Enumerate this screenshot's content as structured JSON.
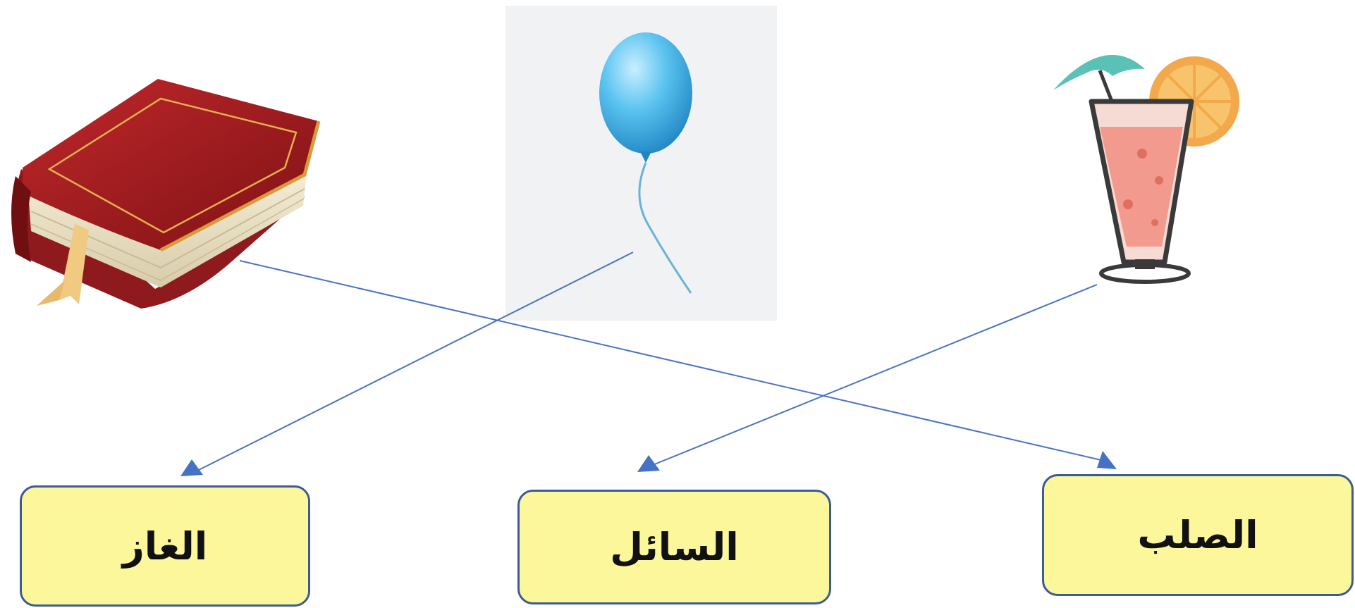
{
  "labels": {
    "gas": "الغاز",
    "liquid": "السائل",
    "solid": "الصلب"
  },
  "pictures": {
    "book": "book-icon",
    "balloon": "balloon-icon",
    "juice": "juice-glass-icon"
  },
  "matches": [
    {
      "from": "book",
      "to": "solid"
    },
    {
      "from": "balloon",
      "to": "gas"
    },
    {
      "from": "juice",
      "to": "liquid"
    }
  ],
  "colors": {
    "box_fill": "#fcf79a",
    "box_border": "#3d5b96",
    "arrow": "#4a73c4",
    "arrowhead": "#4472c4"
  }
}
